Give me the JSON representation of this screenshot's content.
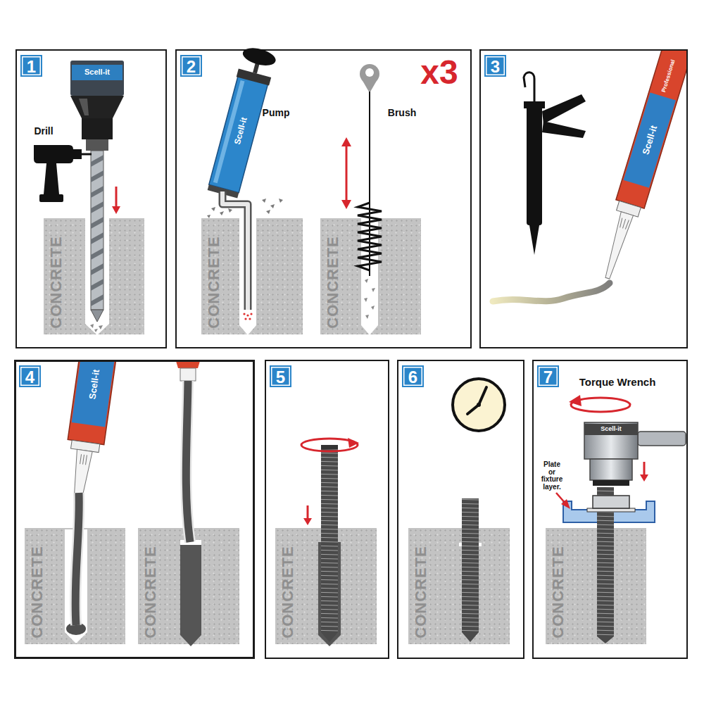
{
  "diagram": {
    "nodes": [
      {
        "text": [
          "Scell-it",
          "Drill"
        ]
      },
      {
        "text": [
          "1"
        ],
        "in": 0
      },
      {
        "text": [
          "CONCRETE"
        ],
        "in": 0
      },
      {
        "text": [
          "Pump",
          "Brush",
          "x3",
          "Scell-it"
        ]
      },
      {
        "text": [
          "2"
        ],
        "in": 3
      },
      {
        "text": [
          "CONCRETE"
        ],
        "in": 3
      },
      {
        "text": [
          "CONCRETE"
        ],
        "in": 3
      },
      {
        "text": [
          "Professional",
          "Scell-it"
        ]
      },
      {
        "text": [
          "3"
        ],
        "in": 7
      },
      {
        "text": [
          "Scell-it"
        ]
      },
      {
        "text": [
          "4"
        ],
        "in": 9
      },
      {
        "text": [
          "CONCRETE"
        ],
        "in": 9
      },
      {
        "text": [
          "CONCRETE"
        ],
        "in": 9
      },
      {
        "text": []
      },
      {
        "text": [
          "5"
        ],
        "in": 13
      },
      {
        "text": [
          "CONCRETE"
        ],
        "in": 13
      },
      {
        "text": []
      },
      {
        "text": [
          "6"
        ],
        "in": 16
      },
      {
        "text": [
          "CONCRETE"
        ],
        "in": 16
      },
      {
        "text": [
          "Torque Wrench",
          "Scell-it",
          "Plate or fixture layer."
        ]
      },
      {
        "text": [
          "7"
        ],
        "in": 19
      },
      {
        "text": [
          "CONCRETE"
        ],
        "in": 19
      }
    ]
  }
}
